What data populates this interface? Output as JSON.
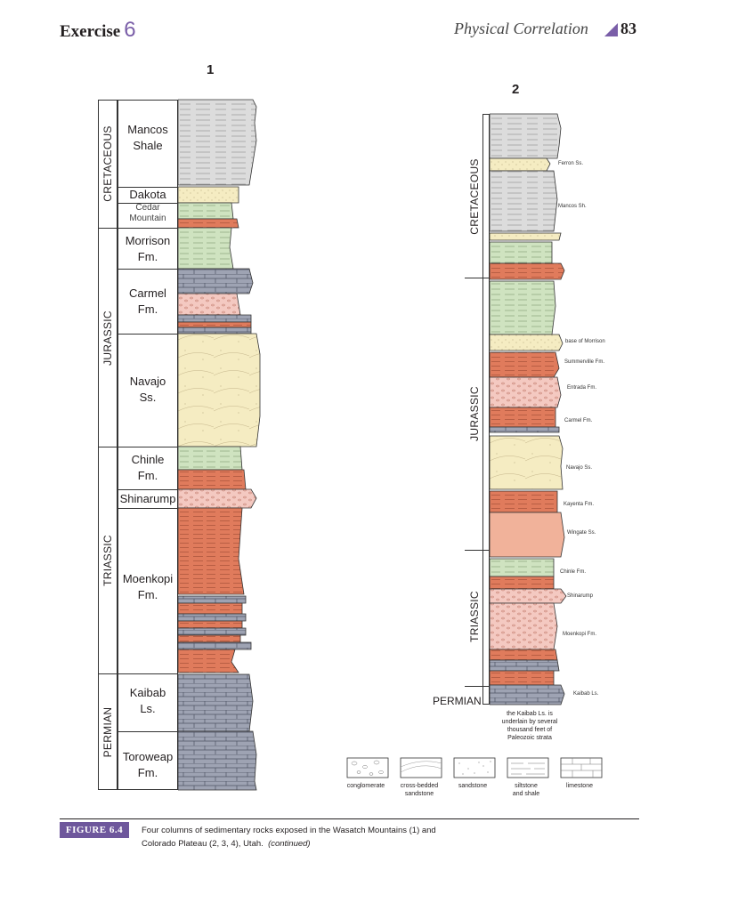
{
  "header": {
    "exercise_label": "Exercise",
    "exercise_num": "6",
    "section_title": "Physical Correlation",
    "page_number": "83"
  },
  "column1": {
    "number": "1",
    "periods": [
      "CRETACEOUS",
      "JURASSIC",
      "TRIASSIC",
      "PERMIAN"
    ],
    "formations": {
      "mancos": "Mancos Shale",
      "mancos_a": "Mancos",
      "mancos_b": "Shale",
      "dakota": "Dakota",
      "cedar_a": "Cedar",
      "cedar_b": "Mountain",
      "morrison_a": "Morrison",
      "morrison_b": "Fm.",
      "carmel_a": "Carmel",
      "carmel_b": "Fm.",
      "navajo_a": "Navajo",
      "navajo_b": "Ss.",
      "chinle_a": "Chinle",
      "chinle_b": "Fm.",
      "shinarump": "Shinarump",
      "moenkopi_a": "Moenkopi",
      "moenkopi_b": "Fm.",
      "kaibab_a": "Kaibab",
      "kaibab_b": "Ls.",
      "toroweap_a": "Toroweap",
      "toroweap_b": "Fm."
    }
  },
  "column2": {
    "number": "2",
    "periods": [
      "CRETACEOUS",
      "JURASSIC",
      "TRIASSIC",
      "PERMIAN"
    ],
    "labels": {
      "ferron": "Ferron Ss.",
      "mancos": "Mancos Sh.",
      "base_morrison": "base of Morrison",
      "summerville": "Summerville Fm.",
      "entrada": "Entrada Fm.",
      "carmel": "Carmel Fm.",
      "navajo": "Navajo Ss.",
      "kayenta": "Kayenta Fm.",
      "wingate": "Wingate Ss.",
      "chinle": "Chinle Fm.",
      "shinarump": "Shinarump",
      "moenkopi": "Moenkopi Fm.",
      "kaibab": "Kaibab Ls."
    },
    "note_lines": [
      "the Kaibab Ls. is",
      "underlain by several",
      "thousand feet of",
      "Paleozoic strata"
    ]
  },
  "legend": [
    {
      "label1": "conglomerate",
      "label2": ""
    },
    {
      "label1": "cross-bedded",
      "label2": "sandstone"
    },
    {
      "label1": "sandstone",
      "label2": ""
    },
    {
      "label1": "siltstone",
      "label2": "and shale"
    },
    {
      "label1": "limestone",
      "label2": ""
    }
  ],
  "figure": {
    "tag": "FIGURE 6.4",
    "line1": "Four columns of sedimentary rocks exposed in the Wasatch Mountains (1) and",
    "line2": "Colorado Plateau (2, 3, 4), Utah.",
    "continued": "(continued)"
  },
  "colors": {
    "shale": "#d9d9d9",
    "sandstone": "#f5ecc2",
    "green": "#cfe3c0",
    "red": "#e07b5c",
    "limestone": "#9ea3b3",
    "pink": "#f4c9c1",
    "accent": "#6e579c"
  }
}
